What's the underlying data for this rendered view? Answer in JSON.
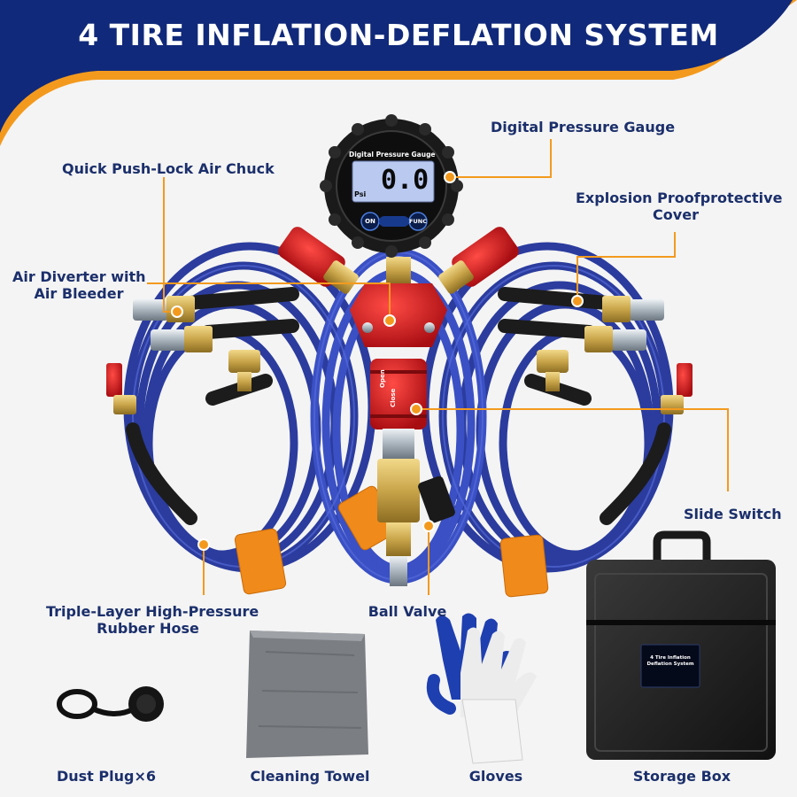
{
  "banner": {
    "title": "4 TIRE INFLATION-DEFLATION SYSTEM",
    "color_navy": "#10297a",
    "color_accent": "#f39a1e"
  },
  "gauge": {
    "face_title": "Digital Pressure Gauge",
    "reading": "0.0",
    "unit": "Psi",
    "on_button": "ON",
    "func_button": "FUNC"
  },
  "slide_switch": {
    "open_text": "Open",
    "close_text": "Close"
  },
  "storage_box": {
    "sticker_line1": "4 Tire Inflation",
    "sticker_line2": "Deflation System"
  },
  "callouts": {
    "gauge": "Digital Pressure Gauge",
    "chuck": "Quick Push-Lock Air Chuck",
    "cover_line1": "Explosion Proofprotective",
    "cover_line2": "Cover",
    "diverter_line1": "Air Diverter with",
    "diverter_line2": "Air Bleeder",
    "slide": "Slide Switch",
    "hose_line1": "Triple-Layer High-Pressure",
    "hose_line2": "Rubber Hose",
    "ball_valve": "Ball Valve"
  },
  "accessories": {
    "dust_plug": "Dust Plug×6",
    "towel": "Cleaning Towel",
    "gloves": "Gloves",
    "box": "Storage Box"
  },
  "colors": {
    "hose_blue": "#2d3fa8",
    "brass": "#c9a54a",
    "valve_red": "#d4161c",
    "label_text": "#1b2f6b"
  }
}
